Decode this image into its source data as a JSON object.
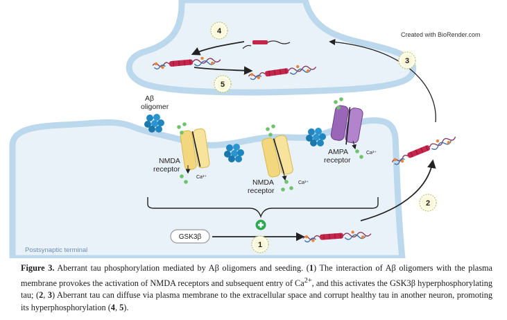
{
  "diagram": {
    "credit": "Created with BioRender.com",
    "labels": {
      "ab_line1": "Aβ",
      "ab_line2": "oligomer",
      "nmda1_line1": "NMDA",
      "nmda1_line2": "receptor",
      "nmda2_line1": "NMDA",
      "nmda2_line2": "receptor",
      "ampa_line1": "AMPA",
      "ampa_line2": "receptor",
      "ca1": "Ca²⁺",
      "ca2": "Ca²⁺",
      "ca3": "Ca²⁺",
      "gsk": "GSK3β",
      "terminal": "Postsynaptic terminal"
    },
    "steps": [
      "1",
      "2",
      "3",
      "4",
      "5"
    ],
    "colors": {
      "membrane": "#bcd8ec",
      "cytoplasm": "#eaf2f9",
      "nmda": "#f3d77e",
      "ampa": "#9a67b8",
      "abeta": "#1f86bf",
      "calcium": "#6cc36c",
      "tau": "#c4264c",
      "plus": "#2faa52"
    }
  },
  "caption": {
    "fig_label": "Figure 3.",
    "s1": " Aberrant tau phosphorylation mediated by Aβ oligomers and seeding. (",
    "n1": "1",
    "s2": ") The interaction of Aβ oligomers with the plasma membrane provokes the activation of NMDA receptors and subsequent entry of Ca",
    "sup": "2+",
    "s3": ", and this activates the GSK3β hyperphosphorylating tau; (",
    "n2": "2",
    "c1": ", ",
    "n3": "3",
    "s4": ") Aberrant tau can diffuse via plasma membrane to the extracellular space and corrupt healthy tau in another neuron, promoting its hyperphosphorylation (",
    "n4": "4",
    "c2": ", ",
    "n5": "5",
    "s5": ")."
  }
}
